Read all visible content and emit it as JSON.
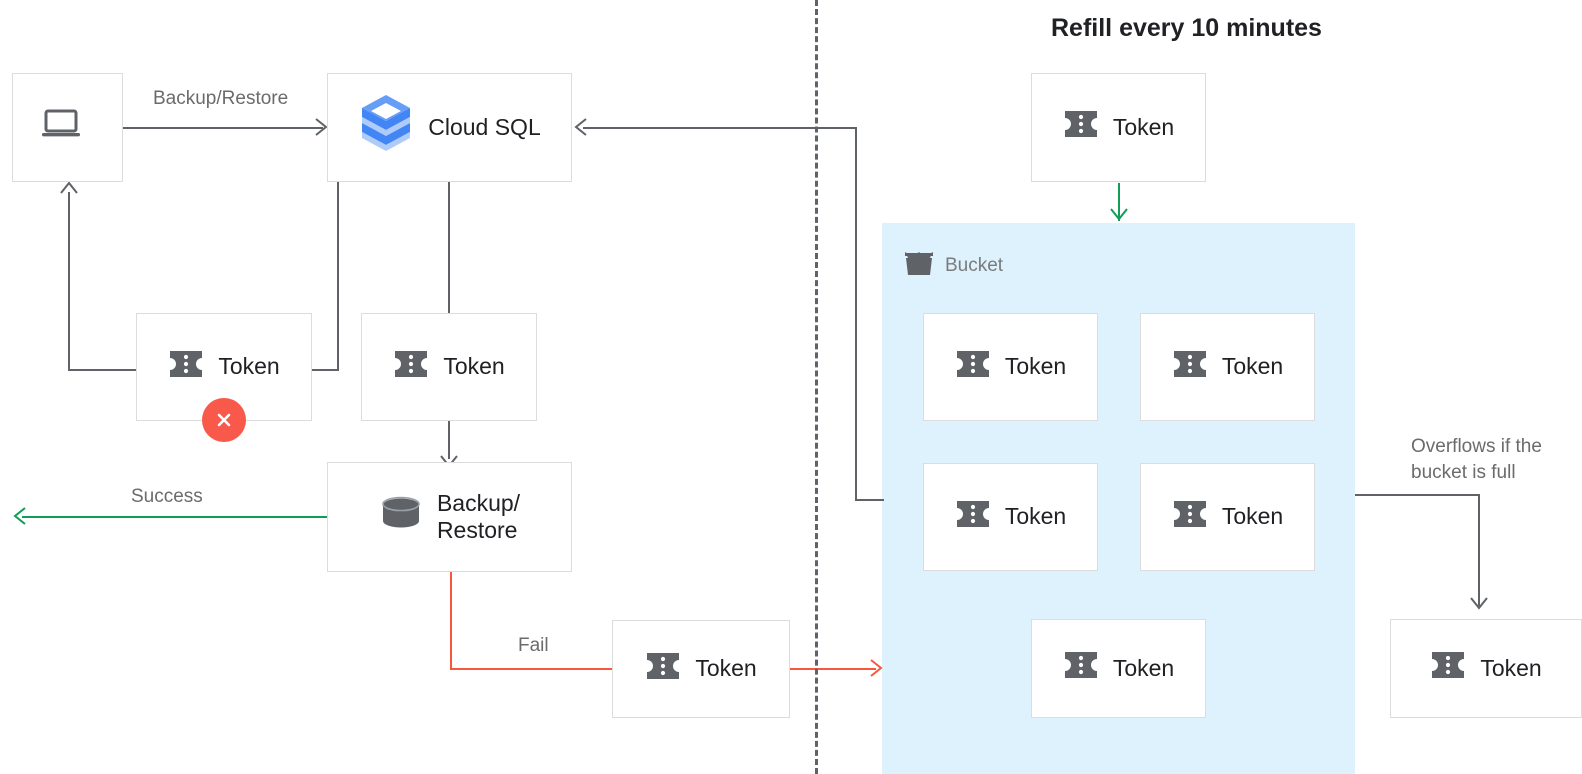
{
  "diagram": {
    "title": "Refill every 10 minutes",
    "colors": {
      "bucket_fill": "#ddf2fd",
      "success": "#0f9d58",
      "fail": "#f8573e",
      "wire": "#5f6368",
      "box_border": "#dcdcdc",
      "icon_gray": "#5f6368",
      "error_badge": "#f8594a",
      "cloudsql_blue": "#4285f4"
    },
    "labels": {
      "backup_restore": "Backup/Restore",
      "success": "Success",
      "fail": "Fail",
      "overflow": "Overflows if the\nbucket is full",
      "bucket": "Bucket"
    },
    "nodes": {
      "client": {
        "label": "",
        "icon": "laptop-icon"
      },
      "cloud_sql": {
        "label": "Cloud SQL",
        "icon": "cloud-sql-icon"
      },
      "token_client": {
        "label": "Token",
        "icon": "token-icon",
        "status": "failed"
      },
      "token_sql": {
        "label": "Token",
        "icon": "token-icon"
      },
      "backup_restore": {
        "label": "Backup/\nRestore",
        "icon": "database-icon"
      },
      "token_fail": {
        "label": "Token",
        "icon": "token-icon"
      },
      "token_refill": {
        "label": "Token",
        "icon": "token-icon"
      },
      "token_overflow": {
        "label": "Token",
        "icon": "token-icon"
      }
    },
    "bucket_tokens": [
      {
        "label": "Token",
        "icon": "token-icon"
      },
      {
        "label": "Token",
        "icon": "token-icon"
      },
      {
        "label": "Token",
        "icon": "token-icon"
      },
      {
        "label": "Token",
        "icon": "token-icon"
      },
      {
        "label": "Token",
        "icon": "token-icon"
      }
    ]
  }
}
